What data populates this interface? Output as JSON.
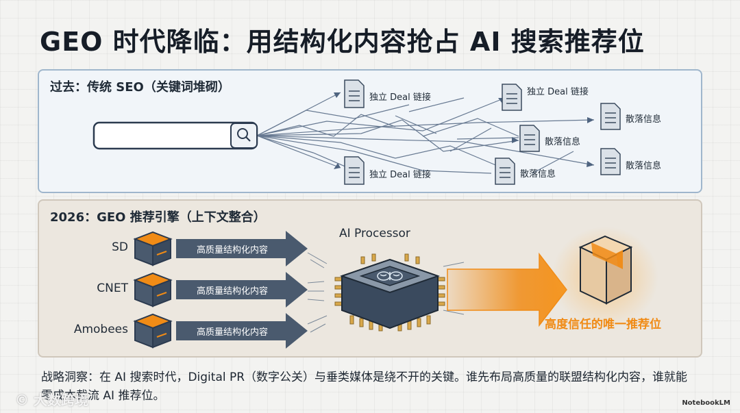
{
  "title": "GEO 时代降临：用结构化内容抢占 AI 搜索推荐位",
  "past": {
    "title": "过去：传统 SEO（关键词堆砌）",
    "docs": [
      "独立 Deal 链接",
      "独立 Deal 链接",
      "独立 Deal 链接",
      "散落信息",
      "散落信息",
      "散落信息",
      "散落信息"
    ]
  },
  "geo": {
    "title": "2026：GEO 推荐引擎（上下文整合）",
    "sources": [
      {
        "name": "SD",
        "arrow": "高质量结构化内容"
      },
      {
        "name": "CNET",
        "arrow": "高质量结构化内容"
      },
      {
        "name": "Amobees",
        "arrow": "高质量结构化内容"
      }
    ],
    "processor": "AI Processor",
    "result": "高度信任的唯一推荐位"
  },
  "insight": "战略洞察：在 AI 搜索时代，Digital PR（数字公关）与垂类媒体是绕不开的关键。谁先布局高质量的联盟结构化内容，谁就能零成本截流 AI 推荐位。",
  "footer_logo": "© 大数跨境",
  "brand": "NotebookLM",
  "colors": {
    "accent": "#f08b16",
    "navy": "#2b3a4f",
    "slate": "#4a5a6e"
  }
}
